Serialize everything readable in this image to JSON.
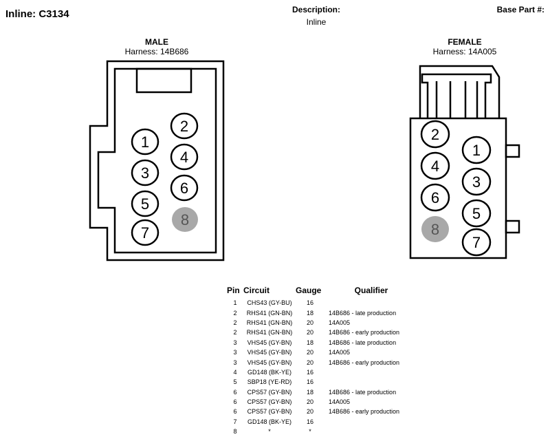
{
  "header": {
    "connector_id": "Inline: C3134",
    "description_label": "Description:",
    "description_value": "Inline",
    "base_part_label": "Base Part #:"
  },
  "male_view": {
    "title": "MALE",
    "harness": "Harness: 14B686",
    "pins": [
      "1",
      "2",
      "3",
      "4",
      "5",
      "6",
      "7",
      "8"
    ],
    "inactive_pin": "8"
  },
  "female_view": {
    "title": "FEMALE",
    "harness": "Harness: 14A005",
    "pins": [
      "1",
      "2",
      "3",
      "4",
      "5",
      "6",
      "7",
      "8"
    ],
    "inactive_pin": "8"
  },
  "table": {
    "headers": {
      "pin": "Pin",
      "circuit": "Circuit",
      "gauge": "Gauge",
      "qualifier": "Qualifier"
    },
    "rows": [
      {
        "pin": "1",
        "circuit": "CHS43 (GY-BU)",
        "gauge": "16",
        "qualifier": ""
      },
      {
        "pin": "2",
        "circuit": "RHS41 (GN-BN)",
        "gauge": "18",
        "qualifier": "14B686 - late production"
      },
      {
        "pin": "2",
        "circuit": "RHS41 (GN-BN)",
        "gauge": "20",
        "qualifier": "14A005"
      },
      {
        "pin": "2",
        "circuit": "RHS41 (GN-BN)",
        "gauge": "20",
        "qualifier": "14B686 - early production"
      },
      {
        "pin": "3",
        "circuit": "VHS45 (GY-BN)",
        "gauge": "18",
        "qualifier": "14B686 - late production"
      },
      {
        "pin": "3",
        "circuit": "VHS45 (GY-BN)",
        "gauge": "20",
        "qualifier": "14A005"
      },
      {
        "pin": "3",
        "circuit": "VHS45 (GY-BN)",
        "gauge": "20",
        "qualifier": "14B686 - early production"
      },
      {
        "pin": "4",
        "circuit": "GD148 (BK-YE)",
        "gauge": "16",
        "qualifier": ""
      },
      {
        "pin": "5",
        "circuit": "SBP18 (YE-RD)",
        "gauge": "16",
        "qualifier": ""
      },
      {
        "pin": "6",
        "circuit": "CPS57 (GY-BN)",
        "gauge": "18",
        "qualifier": "14B686 - late production"
      },
      {
        "pin": "6",
        "circuit": "CPS57 (GY-BN)",
        "gauge": "20",
        "qualifier": "14A005"
      },
      {
        "pin": "6",
        "circuit": "CPS57 (GY-BN)",
        "gauge": "20",
        "qualifier": "14B686 - early production"
      },
      {
        "pin": "7",
        "circuit": "GD148 (BK-YE)",
        "gauge": "16",
        "qualifier": ""
      },
      {
        "pin": "8",
        "circuit": "*",
        "gauge": "*",
        "qualifier": ""
      }
    ]
  }
}
